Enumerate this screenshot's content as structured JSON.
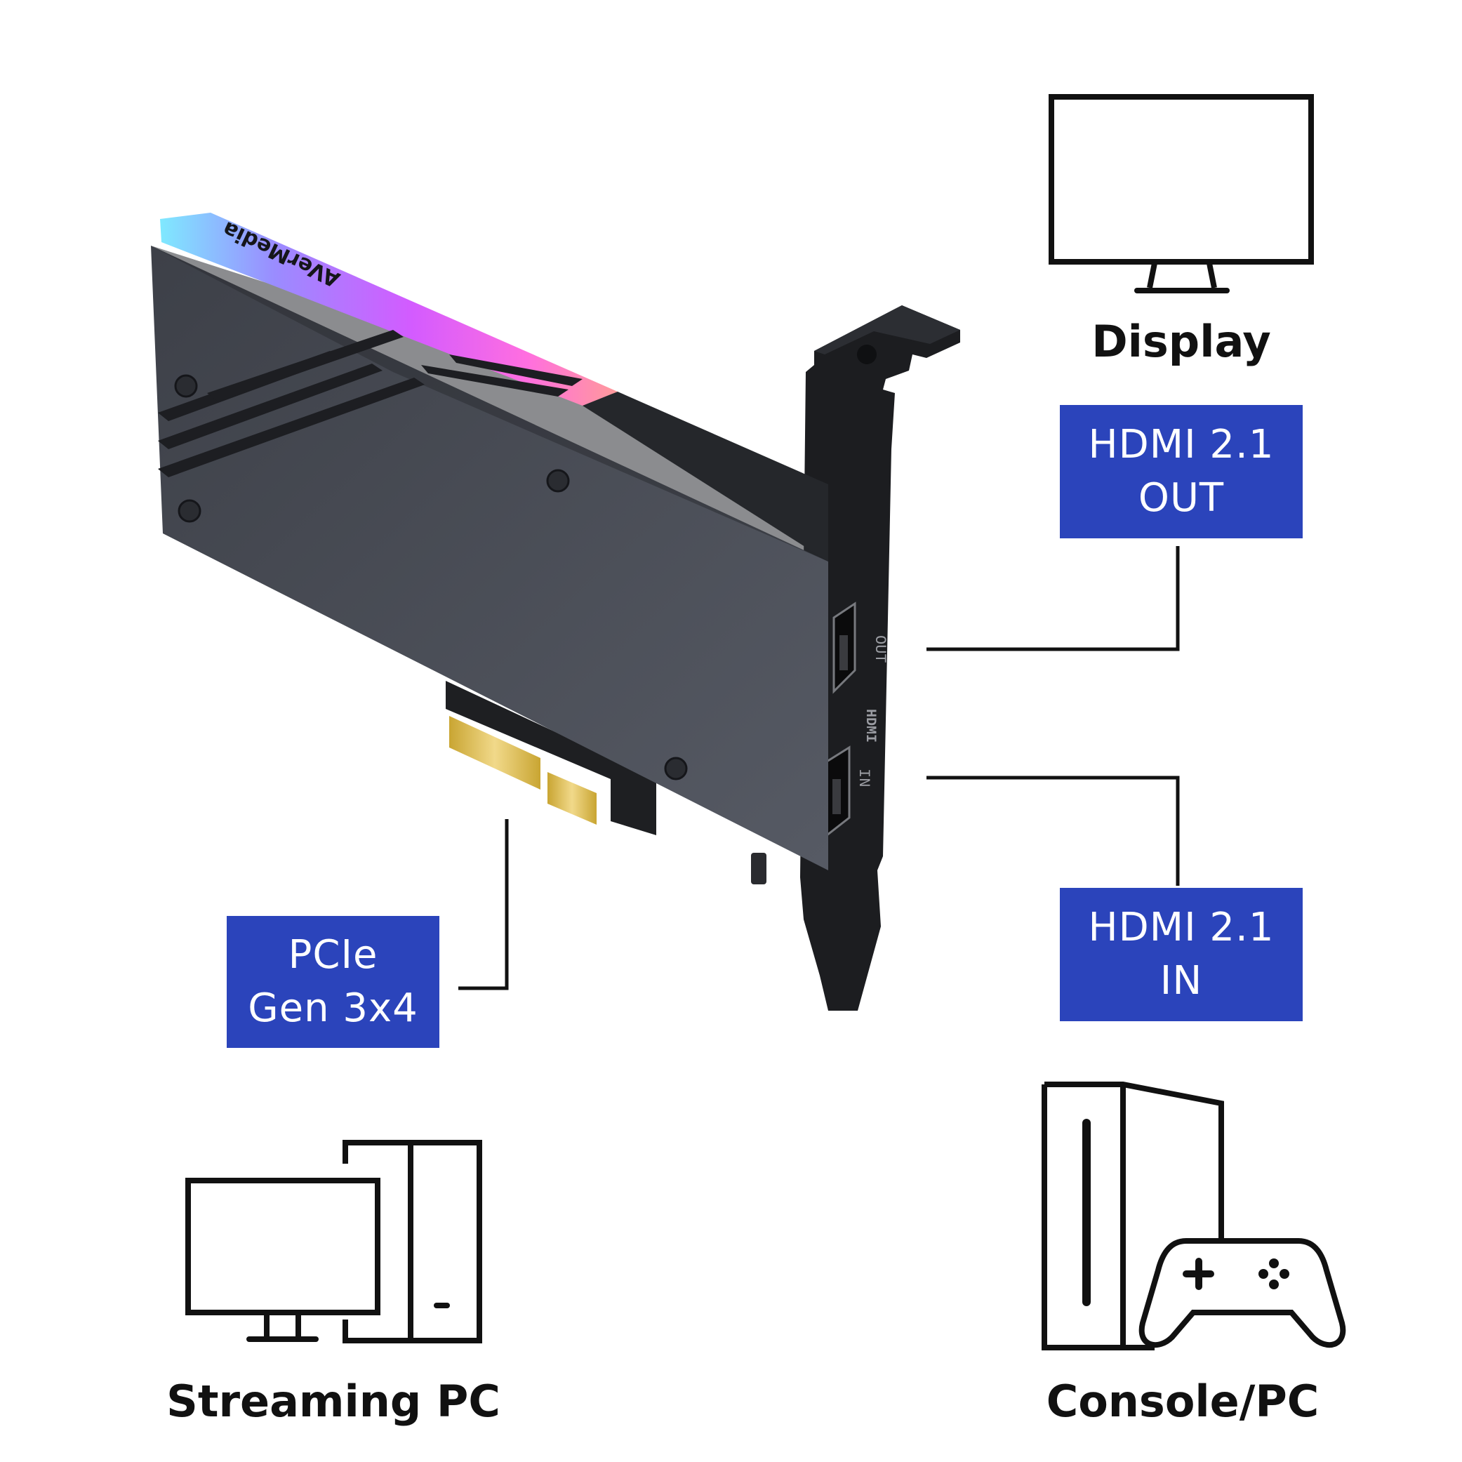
{
  "labels": {
    "hdmi_out": {
      "line1": "HDMI 2.1",
      "line2": "OUT"
    },
    "hdmi_in": {
      "line1": "HDMI 2.1",
      "line2": "IN"
    },
    "pcie": {
      "line1": "PCIe",
      "line2": "Gen 3x4"
    }
  },
  "captions": {
    "display": "Display",
    "streaming_pc": "Streaming PC",
    "console_pc": "Console/PC"
  },
  "card": {
    "brand": "AVerMedia",
    "port_labels": {
      "out": "OUT",
      "hdmi": "HDMI",
      "in": "IN"
    }
  },
  "icons": {
    "display": "monitor-icon",
    "streaming_pc": "desktop-pc-icon",
    "console_pc": "tower-with-gamepad-icon"
  },
  "colors": {
    "label_bg": "#2b44bb",
    "label_text": "#ffffff",
    "line": "#111111",
    "card_body": "#4a4e57",
    "bracket": "#1c1d20",
    "gold_contacts": "#d9b94a"
  }
}
